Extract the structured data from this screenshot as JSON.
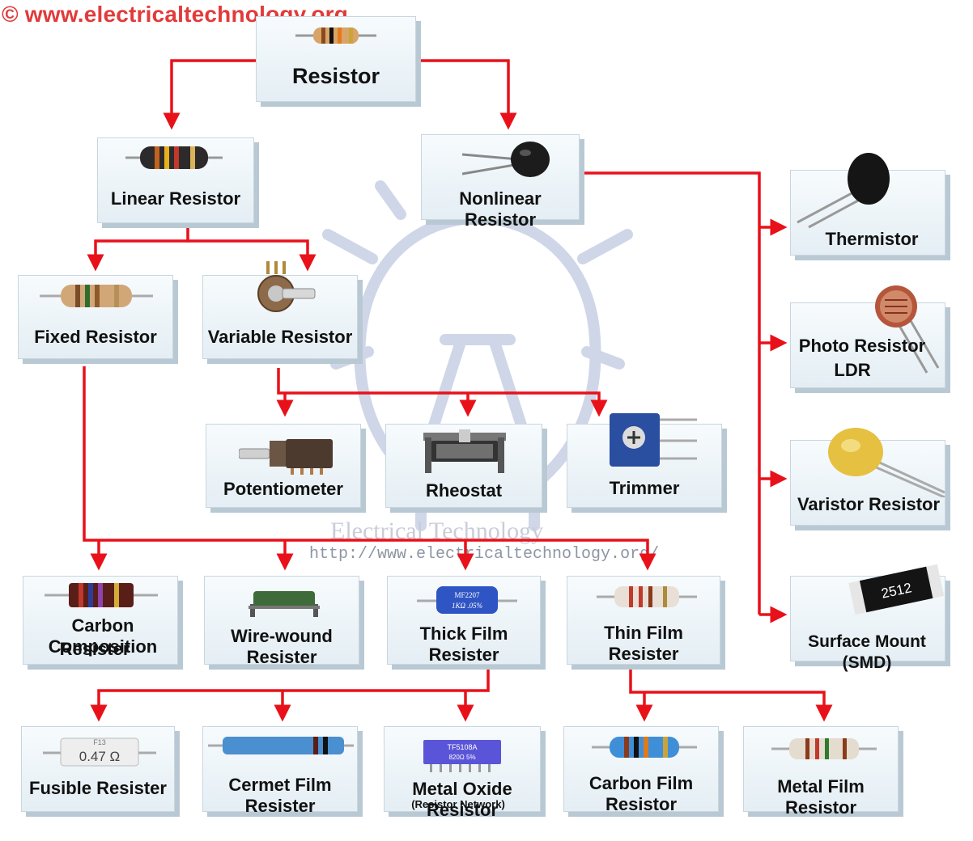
{
  "watermark": {
    "url": "© www.electricaltechnology.org",
    "center_title": "Electrical Technology",
    "center_url": "http://www.electricaltechnology.org/"
  },
  "nodes": {
    "resistor": "Resistor",
    "linear": "Linear Resistor",
    "nonlinear": "Nonlinear Resistor",
    "fixed": "Fixed Resistor",
    "variable": "Variable Resistor",
    "potentiometer": "Potentiometer",
    "rheostat": "Rheostat",
    "trimmer": "Trimmer",
    "carbon_composition_1": "Carbon Composition",
    "carbon_composition_2": "Resister",
    "wire_wound": "Wire-wound Resister",
    "thick_film": "Thick Film Resister",
    "thin_film": "Thin Film Resister",
    "fusible": "Fusible Resister",
    "cermet": "Cermet Film Resister",
    "metal_oxide": "Metal Oxide Resistor",
    "metal_oxide_sub": "(Resistor Network)",
    "carbon_film": "Carbon Film Resistor",
    "metal_film": "Metal Film Resistor",
    "thermistor": "Thermistor",
    "photo_1": "Photo Resistor",
    "photo_2": "LDR",
    "varistor": "Varistor Resistor",
    "smd": "Surface Mount (SMD)"
  },
  "component_text": {
    "smd_code": "2512",
    "fusible_value": "0.47 Ω",
    "fusible_top": "F13",
    "thick_film_1": "MF2207",
    "thick_film_2": "1KΩ .05%",
    "metal_oxide_1": "TF5108A",
    "metal_oxide_2": "820Ω 5%"
  },
  "icons": [
    "resistor-icon",
    "potentiometer-knob-icon",
    "thermistor-icon",
    "ldr-icon",
    "varistor-icon",
    "smd-chip-icon",
    "trimmer-icon",
    "rheostat-icon",
    "lightbulb-watermark-icon"
  ],
  "colors": {
    "arrow": "#e8111a",
    "url": "#e23a3a",
    "node_bg": "#eaf2f7",
    "shadow": "#b9c9d4"
  }
}
